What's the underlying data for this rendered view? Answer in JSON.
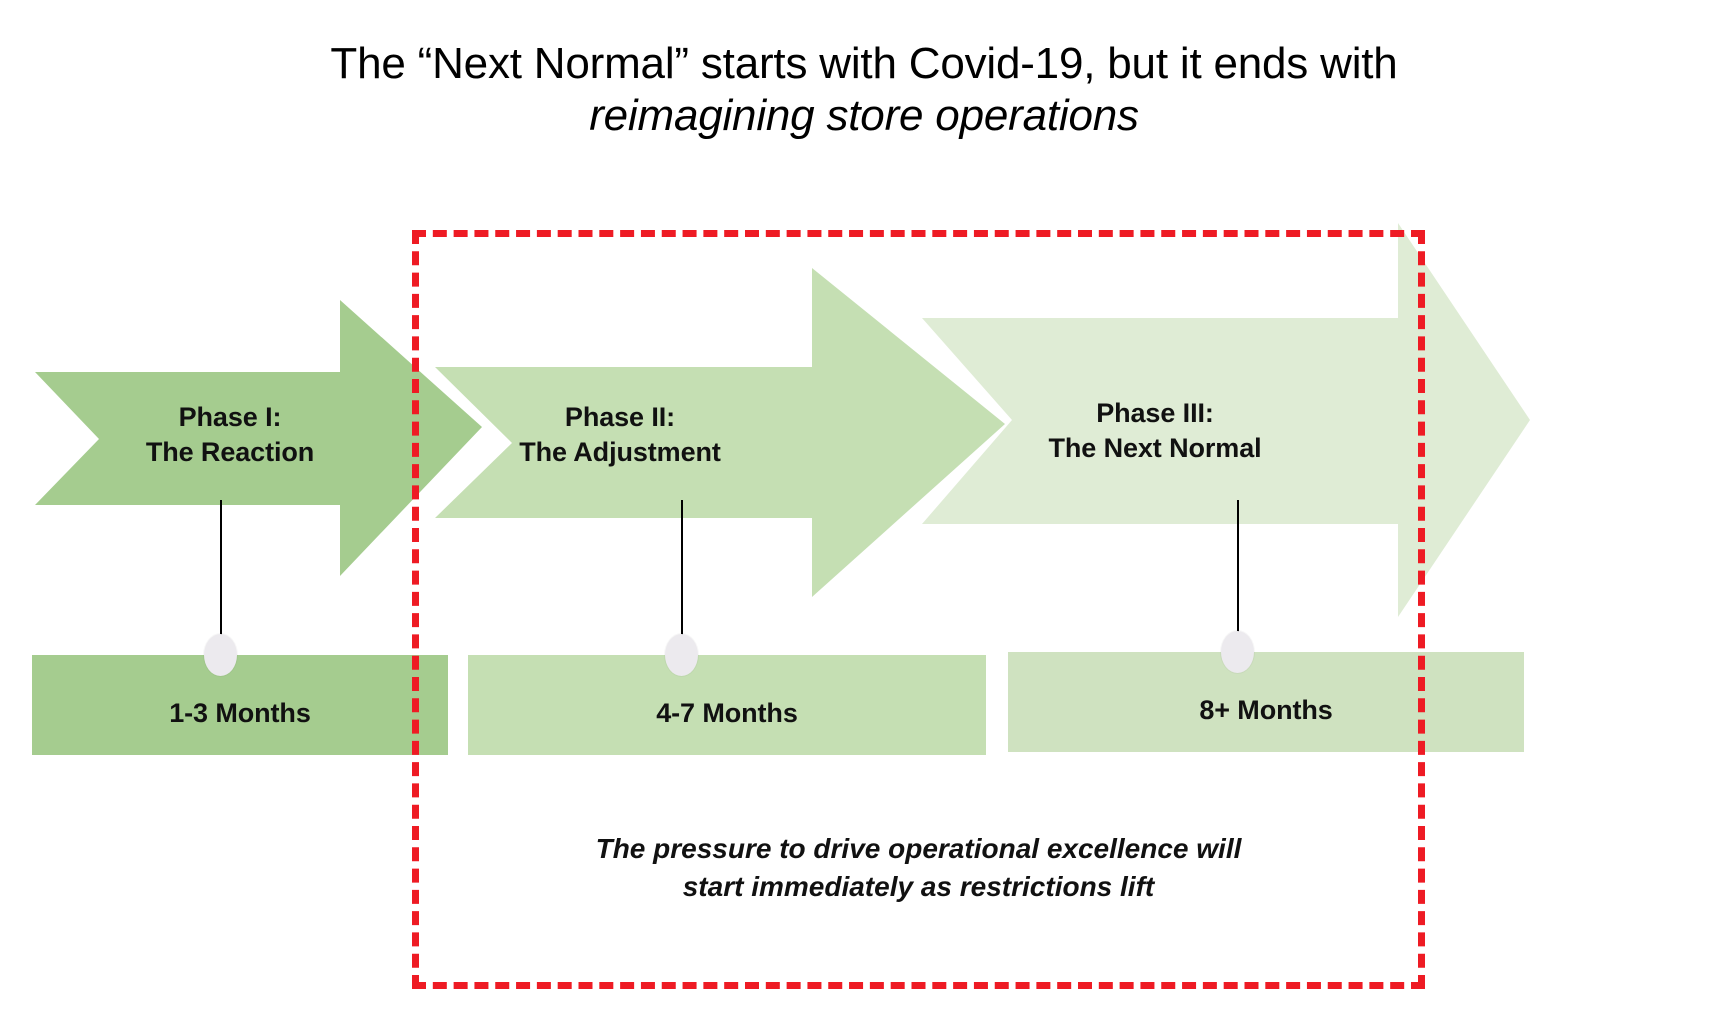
{
  "title": {
    "line1": "The “Next Normal” starts with Covid-19, but it ends with",
    "line2": "reimagining store operations"
  },
  "phases": [
    {
      "id": "phase-1",
      "label": "Phase I:\nThe Reaction",
      "duration": "1-3 Months",
      "arrow_color": "#a5cc8f",
      "box_color": "#a5cc8f"
    },
    {
      "id": "phase-2",
      "label": "Phase II:\nThe Adjustment",
      "duration": "4-7 Months",
      "arrow_color": "#c5dfb3",
      "box_color": "#c5dfb3"
    },
    {
      "id": "phase-3",
      "label": "Phase III:\nThe Next Normal",
      "duration": "8+ Months",
      "arrow_color": "#dfecd5",
      "box_color": "#cfe2c0"
    }
  ],
  "highlight": {
    "color": "#ee1b24",
    "caption": "The pressure to drive operational excellence will\nstart immediately as restrictions lift"
  },
  "chart_data": {
    "type": "diagram",
    "subtype": "phased-timeline-arrows",
    "title": "The “Next Normal” starts with Covid-19, but it ends with reimagining store operations",
    "stages": [
      {
        "name": "Phase I: The Reaction",
        "duration": "1-3 Months",
        "order": 1,
        "shade": "#a5cc8f"
      },
      {
        "name": "Phase II: The Adjustment",
        "duration": "4-7 Months",
        "order": 2,
        "shade": "#c5dfb3"
      },
      {
        "name": "Phase III: The Next Normal",
        "duration": "8+ Months",
        "order": 3,
        "shade": "#dfecd5"
      }
    ],
    "annotation": {
      "text": "The pressure to drive operational excellence will start immediately as restrictions lift",
      "covers_stages": [
        "Phase II: The Adjustment",
        "Phase III: The Next Normal"
      ],
      "style": "red dashed rectangle"
    }
  }
}
